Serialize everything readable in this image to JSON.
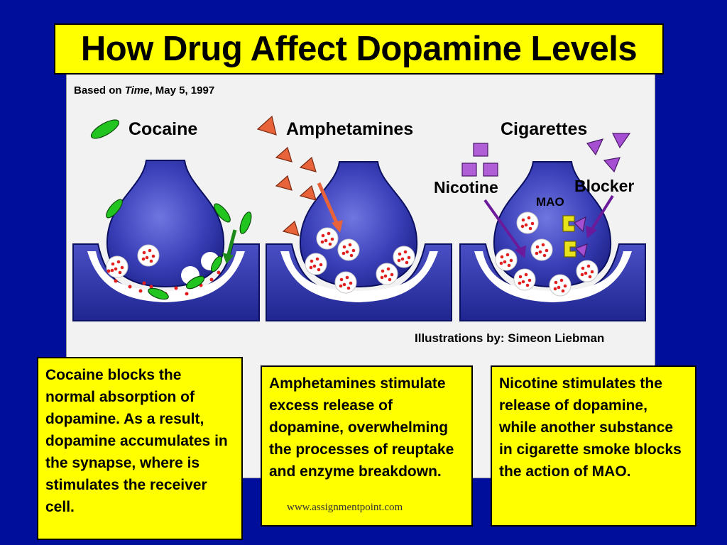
{
  "title": "How Drug Affect Dopamine Levels",
  "source": {
    "prefix": "Based on ",
    "publication": "Time",
    "date": ", May 5, 1997"
  },
  "credit": "Illustrations by: Simeon Liebman",
  "panels": {
    "cocaine": {
      "label": "Cocaine"
    },
    "amphetamines": {
      "label": "Amphetamines"
    },
    "cigarettes": {
      "label": "Cigarettes",
      "nicotine_label": "Nicotine",
      "blocker_label": "Blocker",
      "mao_label": "MAO"
    }
  },
  "captions": {
    "cocaine": "Cocaine blocks the normal absorption of dopamine.  As a result, dopamine accumulates in the synapse, where is stimulates the receiver cell.",
    "amphetamines": "Amphetamines stimulate excess release of dopamine, overwhelming the processes of reuptake and enzyme breakdown.",
    "nicotine": "Nicotine stimulates the release of dopamine, while another substance in cigarette smoke blocks the action of MAO."
  },
  "watermark": "www.assignmentpoint.com",
  "colors": {
    "background": "#000f9b",
    "title_box": "#ffff00",
    "neuron": "#3a3fb8",
    "cocaine": "#22c41f",
    "amphetamine": "#e8623a",
    "nicotine": "#b05fd6",
    "blocker": "#a64fd2",
    "mao": "#e8e21a",
    "dopamine": "#e0201f"
  }
}
